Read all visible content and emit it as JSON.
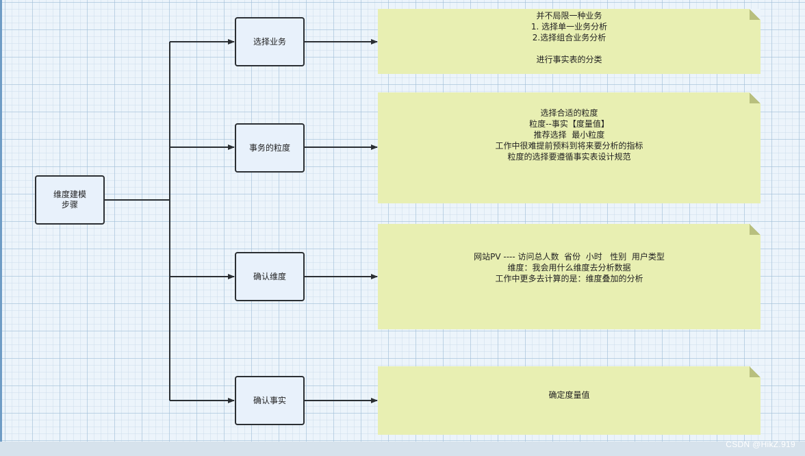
{
  "root": {
    "label": "维度建模\n步骤"
  },
  "steps": [
    {
      "label": "选择业务"
    },
    {
      "label": "事务的粒度"
    },
    {
      "label": "确认维度"
    },
    {
      "label": "确认事实"
    }
  ],
  "notes": [
    {
      "text": "并不局限一种业务\n1. 选择单一业务分析\n2.选择组合业务分析\n\n进行事实表的分类"
    },
    {
      "text": "选择合适的粒度\n粒度--事实【度量值】\n推荐选择  最小粒度\n工作中很难提前预料到将来要分析的指标\n粒度的选择要遵循事实表设计规范"
    },
    {
      "text": "网站PV ---- 访问总人数  省份  小时   性别  用户类型\n维度：我会用什么维度去分析数据\n工作中更多去计算的是：维度叠加的分析"
    },
    {
      "text": "确定度量值"
    }
  ],
  "watermark": "CSDN @HikZ.919",
  "colors": {
    "note_fill": "#e8efb2",
    "box_fill": "#e8f1fb",
    "stroke": "#2b2f33",
    "canvas": "#ecf4fb"
  }
}
